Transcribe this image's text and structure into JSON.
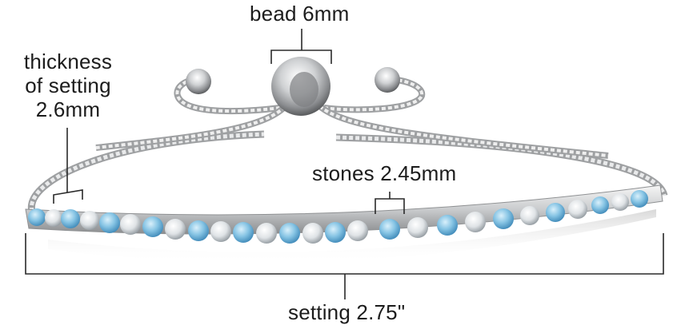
{
  "image": {
    "subject": "adjustable tennis bracelet with alternating blue and clear round stones on a box chain with slider bead",
    "background_color": "#ffffff",
    "line_color": "#2a2a2a"
  },
  "annotations": {
    "bead": {
      "label": "bead 6mm"
    },
    "thickness": {
      "lines": [
        "thickness",
        "of setting",
        "2.6mm"
      ]
    },
    "stones": {
      "label": "stones 2.45mm"
    },
    "setting": {
      "label": "setting 2.75\""
    }
  },
  "stones": {
    "blue_color": "#7fbfe0",
    "blue_dark": "#3f8fbf",
    "clear_color": "#e8ecef",
    "clear_dark": "#9aa3aa",
    "count": 27
  },
  "metal": {
    "light": "#f4f4f4",
    "mid": "#c4c6c8",
    "dark": "#6e7072"
  }
}
